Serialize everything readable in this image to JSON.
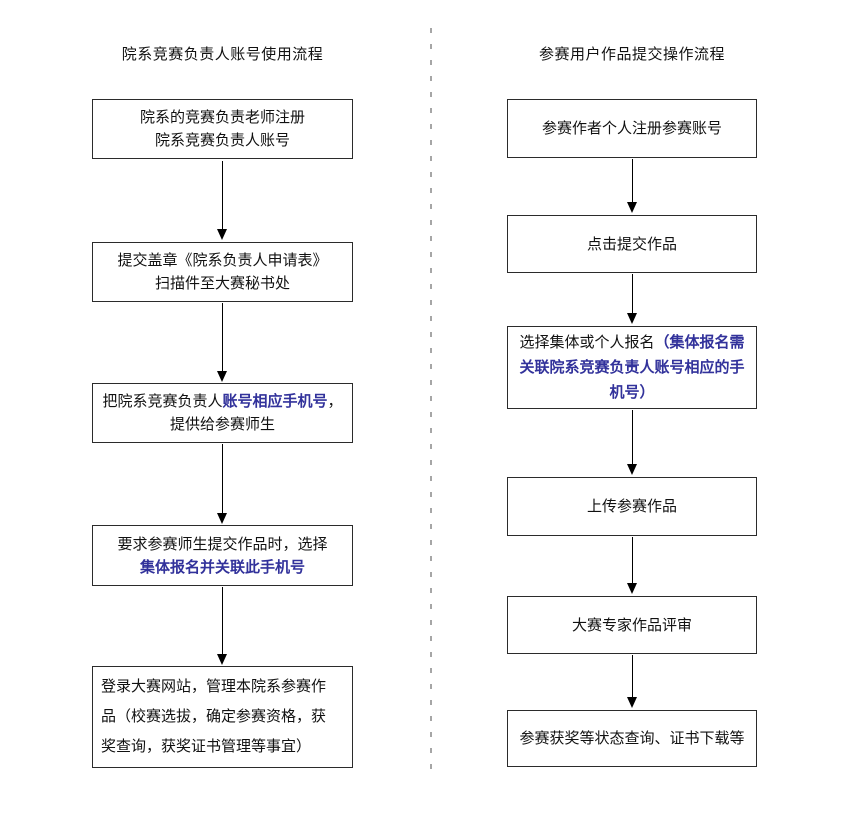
{
  "colors": {
    "accent_blue": "#32329b",
    "box_border": "#2b2b2b",
    "divider_gray": "#a6a6a6",
    "background": "#ffffff"
  },
  "left_flow": {
    "title": "院系竞赛负责人账号使用流程",
    "step1": {
      "line1": "院系的竞赛负责老师注册",
      "line2": "院系竞赛负责人账号"
    },
    "step2": {
      "line1": "提交盖章《院系负责人申请表》",
      "line2": "扫描件至大赛秘书处"
    },
    "step3": {
      "line1_black": "把院系竞赛负责人",
      "line1_blue": "账号相应手机号",
      "line1_tail": "，",
      "line2": "提供给参赛师生"
    },
    "step4": {
      "line1": "要求参赛师生提交作品时，选择",
      "line2_blue": "集体报名并关联此手机号"
    },
    "step5": {
      "text": "登录大赛网站，管理本院系参赛作品（校赛选拔，确定参赛资格，获奖查询，获奖证书管理等事宜）"
    }
  },
  "right_flow": {
    "title": "参赛用户作品提交操作流程",
    "step1": {
      "text": "参赛作者个人注册参赛账号"
    },
    "step2": {
      "text": "点击提交作品"
    },
    "step3": {
      "black": "选择集体或个人报名",
      "blue": "（集体报名需关联院系竞赛负责人账号相应的手机号）"
    },
    "step4": {
      "text": "上传参赛作品"
    },
    "step5": {
      "text": "大赛专家作品评审"
    },
    "step6": {
      "text": "参赛获奖等状态查询、证书下载等"
    }
  }
}
